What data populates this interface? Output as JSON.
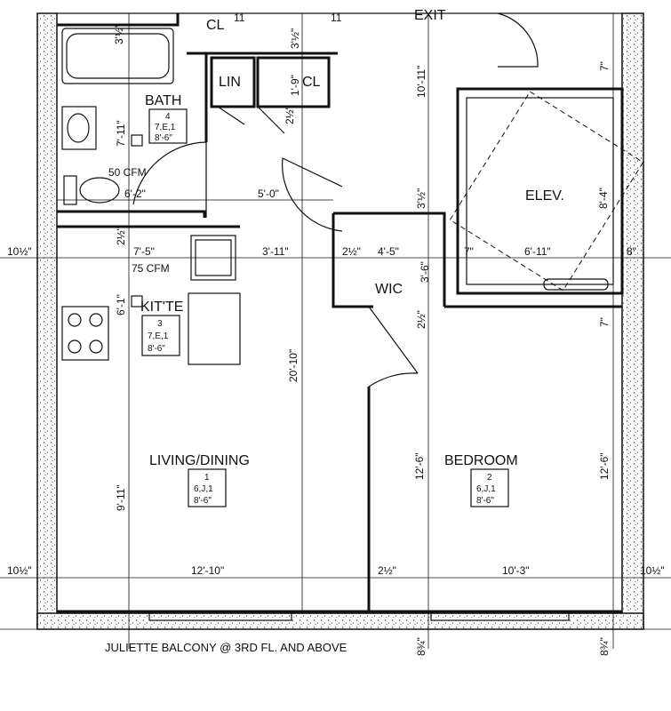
{
  "rooms": {
    "bath": "BATH",
    "lin": "LIN",
    "cl_top": "CL",
    "cl_mid": "CL",
    "kitchen": "KIT'TE",
    "wic": "WIC",
    "elev": "ELEV.",
    "living": "LIVING/DINING",
    "bedroom": "BEDROOM",
    "exit": "EXIT"
  },
  "room_tags": {
    "bath": {
      "num": "4",
      "code": "7,E,1",
      "height": "8'-6\""
    },
    "kitchen": {
      "num": "3",
      "code": "7,E,1",
      "height": "8'-6\""
    },
    "living": {
      "num": "1",
      "code": "6,J,1",
      "height": "8'-6\""
    },
    "bedroom": {
      "num": "2",
      "code": "6,J,1",
      "height": "8'-6\""
    }
  },
  "fans": {
    "bath": "50 CFM",
    "kitchen": "75 CFM"
  },
  "dimensions": {
    "bath_tub_w": "3'½\"",
    "bath_h": "7'-11\"",
    "bath_w": "6'-2\"",
    "corridor_w": "5'-0\"",
    "cl_half_a": "3'½\"",
    "cl_depth": "1'-9\"",
    "wall_2half_a": "2½\"",
    "hall_h": "10'-11\"",
    "wall_3half": "3'½\"",
    "elev_h": "8'-4\"",
    "kit_w": "7'-5\"",
    "kit_2half": "2½\"",
    "kit_h": "6'-1\"",
    "mid_w": "3'-11\"",
    "wic_2half": "2½\"",
    "wic_w": "4'-5\"",
    "wic_h": "3'-6\"",
    "elev_7": "7\"",
    "elev_w": "6'-11\"",
    "elev_8": "8\"",
    "elev_top_7": "7\"",
    "elev_bot_7": "7\"",
    "wic_wall": "2½\"",
    "left_10half_top": "10½\"",
    "living_h": "20'-10\"",
    "living_side": "9'-11\"",
    "bed_h_left": "12'-6\"",
    "bed_h_right": "12'-6\"",
    "left_10half_bot": "10½\"",
    "living_w": "12'-10\"",
    "mid_2half": "2½\"",
    "bed_w": "10'-3\"",
    "right_10half": "10½\"",
    "bot_8a": "8¾\"",
    "bot_8b": "8¾\"",
    "top_11a": "11",
    "top_11b": "11"
  },
  "notes": {
    "balcony": "JULIETTE BALCONY @ 3RD FL. AND ABOVE"
  }
}
